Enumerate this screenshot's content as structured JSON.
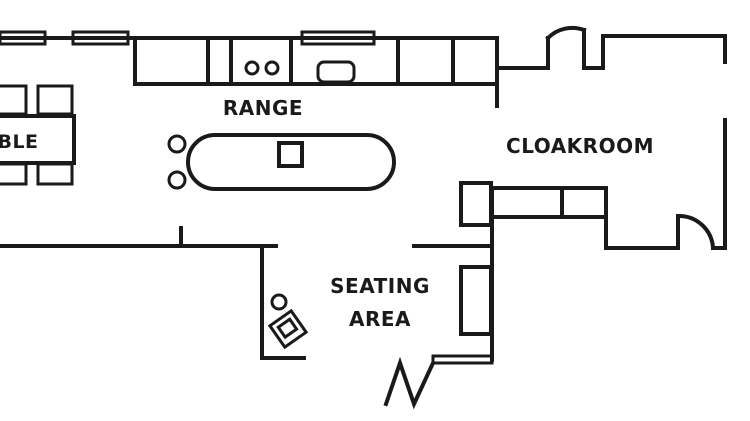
{
  "rooms": {
    "table_label": "BLE",
    "range_label": "RANGE",
    "cloakroom_label": "CLOAKROOM",
    "seating_line1": "SEATING",
    "seating_line2": "AREA"
  },
  "colors": {
    "line": "#1a1a1a",
    "background": "#ffffff"
  }
}
